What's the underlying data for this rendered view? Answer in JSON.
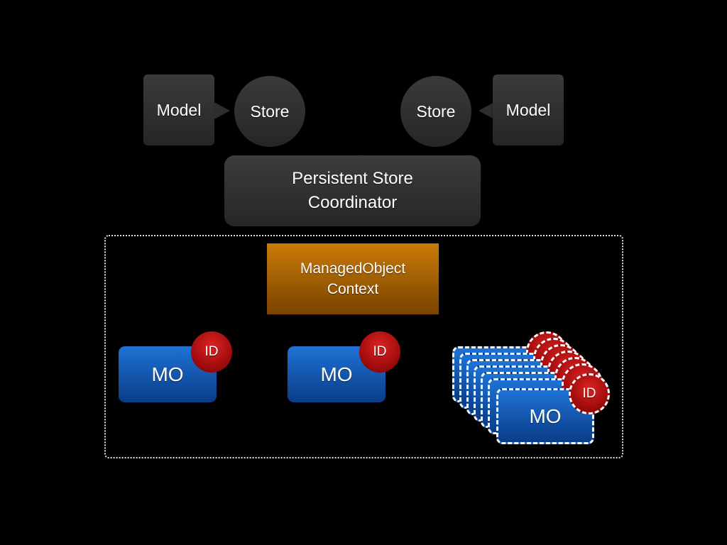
{
  "stores": {
    "left": {
      "model_label": "Model",
      "store_label": "Store"
    },
    "right": {
      "model_label": "Model",
      "store_label": "Store"
    }
  },
  "coordinator": {
    "line1": "Persistent Store",
    "line2": "Coordinator"
  },
  "context": {
    "line1": "ManagedObject",
    "line2": "Context"
  },
  "managed_objects": [
    {
      "label": "MO",
      "id_label": "ID"
    },
    {
      "label": "MO",
      "id_label": "ID"
    },
    {
      "label": "MO",
      "id_label": "ID"
    }
  ],
  "colors": {
    "background": "#000000",
    "box": "#2e2e2e",
    "context": "#b36a00",
    "managed_object": "#1558b0",
    "id_badge": "#b01010",
    "dotted_border": "#ffffff"
  }
}
